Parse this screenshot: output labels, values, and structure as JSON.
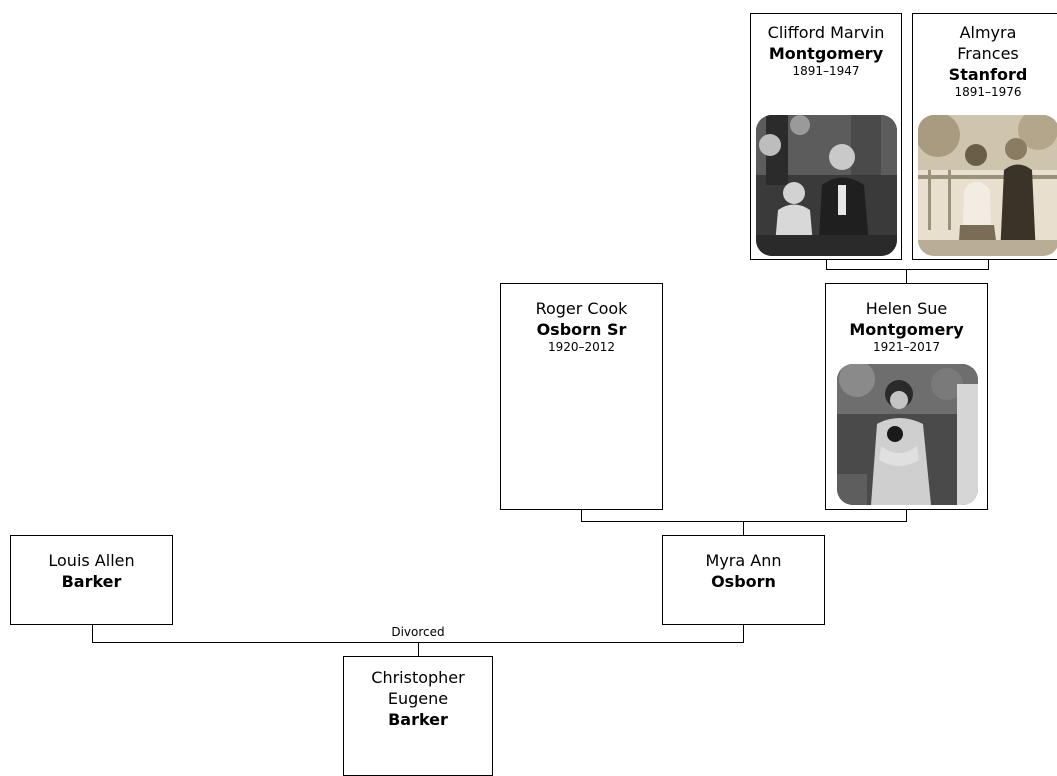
{
  "people": {
    "clifford": {
      "given": "Clifford Marvin",
      "surname": "Montgomery",
      "dates": "1891–1947",
      "has_photo": true
    },
    "almyra": {
      "given_line1": "Almyra",
      "given_line2": "Frances",
      "surname": "Stanford",
      "dates": "1891–1976",
      "has_photo": true
    },
    "roger": {
      "given": "Roger Cook",
      "surname": "Osborn Sr",
      "dates": "1920–2012",
      "has_photo": false
    },
    "helen": {
      "given": "Helen Sue",
      "surname": "Montgomery",
      "dates": "1921–2017",
      "has_photo": true
    },
    "louis": {
      "given": "Louis Allen",
      "surname": "Barker"
    },
    "myra": {
      "given": "Myra Ann",
      "surname": "Osborn"
    },
    "christopher": {
      "given_line1": "Christopher",
      "given_line2": "Eugene",
      "surname": "Barker"
    }
  },
  "relationships": {
    "louis_myra": "Divorced"
  },
  "colors": {
    "border": "#000000",
    "background": "#ffffff",
    "photo_sepia": "#c9b89a"
  }
}
